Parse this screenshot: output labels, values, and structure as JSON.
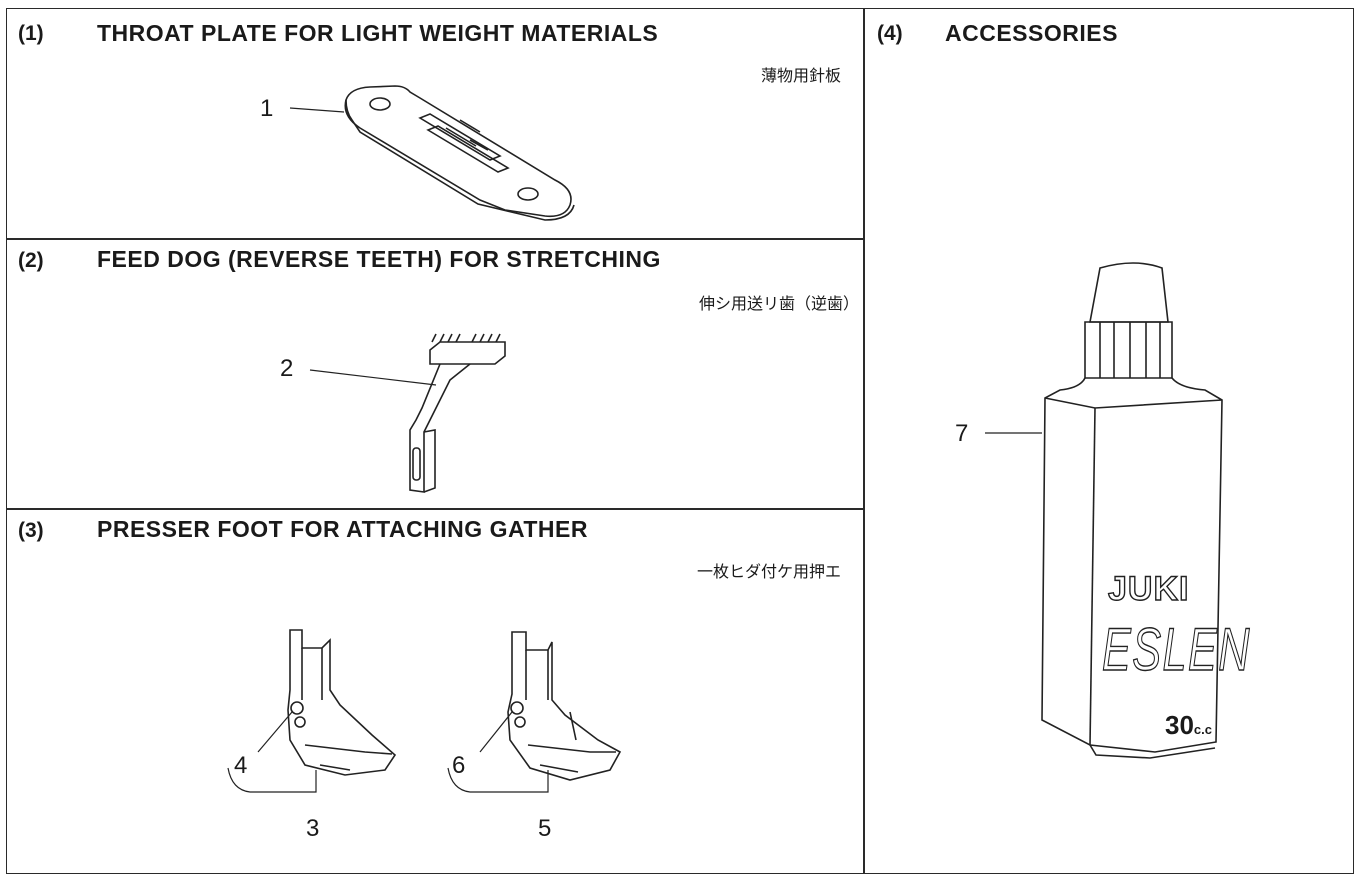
{
  "sections": [
    {
      "num": "(1)",
      "title": "THROAT PLATE FOR LIGHT WEIGHT MATERIALS",
      "jp": "薄物用針板"
    },
    {
      "num": "(2)",
      "title": "FEED DOG (REVERSE TEETH) FOR STRETCHING",
      "jp": "伸シ用送リ歯（逆歯）"
    },
    {
      "num": "(3)",
      "title": "PRESSER FOOT FOR ATTACHING GATHER",
      "jp": "一枚ヒダ付ケ用押エ"
    },
    {
      "num": "(4)",
      "title": "ACCESSORIES",
      "jp": ""
    }
  ],
  "callouts": [
    "1",
    "2",
    "3",
    "4",
    "5",
    "6",
    "7"
  ],
  "bottle": {
    "brand": "JUKI",
    "product": "ESLEN",
    "volume_num": "30",
    "volume_unit": "c.c"
  }
}
